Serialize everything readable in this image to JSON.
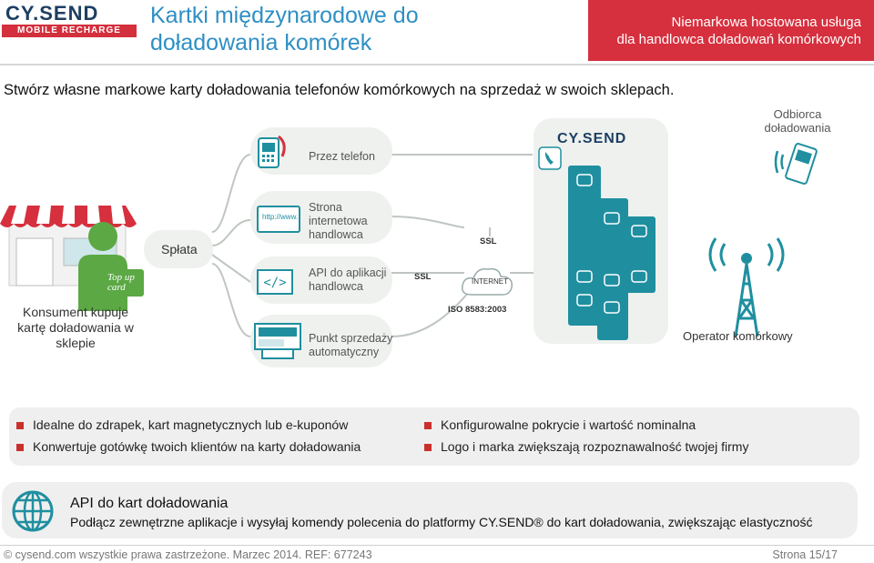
{
  "header": {
    "logo_main": "CY.SEND",
    "logo_sub": "MOBILE RECHARGE",
    "title_line1": "Kartki międzynarodowe do",
    "title_line2": "doładowania komórek",
    "banner_line1": "Niemarkowa hostowana usługa",
    "banner_line2": "dla handlowca doładowań komórkowych"
  },
  "intro": "Stwórz własne markowe karty doładowania telefonów komórkowych na sprzedaż w swoich sklepach.",
  "diagram": {
    "recipient_line1": "Odbiorca",
    "recipient_line2": "doładowania",
    "via_phone": "Przez telefon",
    "website_line1": "Strona",
    "website_line2": "internetowa",
    "website_line3": "handlowca",
    "url_text": "http://www.",
    "payment": "Spłata",
    "api_line1": "API do aplikacji",
    "api_line2": "handlowca",
    "code_text": "</>",
    "pos_line1": "Punkt sprzedaży",
    "pos_line2": "automatyczny",
    "consumer_line1": "Konsument kupuje",
    "consumer_line2": "kartę doładowania w",
    "consumer_line3": "sklepie",
    "topup_line1": "Top up",
    "topup_line2": "card",
    "ssl_top": "SSL",
    "ssl_mid": "SSL",
    "internet": "INTERNET",
    "iso": "ISO 8583:2003",
    "cysend_server_logo": "CY.SEND",
    "operator": "Operator komórkowy"
  },
  "features": {
    "left": [
      "Idealne do zdrapek, kart magnetycznych lub e-kuponów",
      "Konwertuje gotówkę twoich klientów na karty doładowania"
    ],
    "right": [
      "Konfigurowalne pokrycie i wartość nominalna",
      "Logo i marka zwiększają rozpoznawalność twojej firmy"
    ]
  },
  "api": {
    "title": "API do kart doładowania",
    "text": "Podłącz zewnętrzne aplikacje i wysyłaj komendy polecenia do platformy CY.SEND® do kart doładowania, zwiększając elastyczność"
  },
  "footer": {
    "left": "© cysend.com wszystkie prawa zastrzeżone. Marzec 2014. REF: 677243",
    "right": "Strona 15/17"
  },
  "colors": {
    "brand_blue": "#1d3f63",
    "accent_red": "#d6303e",
    "title_blue": "#2e8fc5",
    "diagram_teal": "#1f8fa0",
    "bullet_red": "#c9302c",
    "award_green": "#5ba844"
  }
}
